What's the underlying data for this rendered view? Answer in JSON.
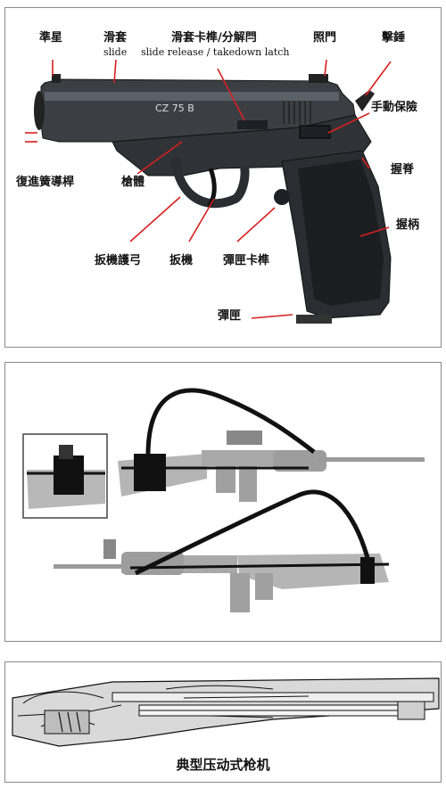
{
  "pistol_diagram": {
    "model_marking": "CZ 75 B",
    "labels": {
      "front_sight": "準星",
      "slide_zh": "滑套",
      "slide_en": "slide",
      "slide_release_zh": "滑套卡榫/分解閂",
      "slide_release_en": "slide release / takedown latch",
      "rear_sight": "照門",
      "hammer": "擊錘",
      "manual_safety": "手動保險",
      "recoil_spring_guide": "復進簧導桿",
      "frame": "槍體",
      "grip_tang": "握脊",
      "grip": "握柄",
      "trigger_guard": "扳機護弓",
      "trigger": "扳機",
      "magazine_catch": "彈匣卡榫",
      "magazine": "彈匣"
    }
  },
  "rifle_sling_diagram": {},
  "shotgun_diagram": {
    "caption": "典型压动式枪机"
  }
}
